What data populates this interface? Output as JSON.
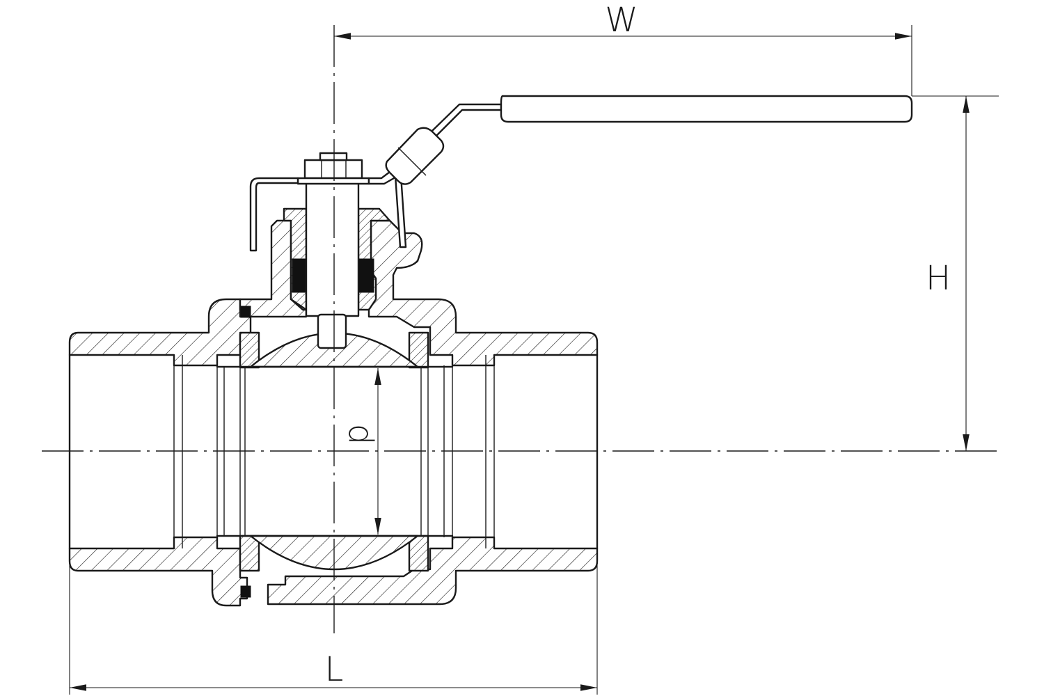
{
  "diagram": {
    "dimensions": {
      "width_label": "W",
      "height_label": "H",
      "length_label": "L",
      "bore_label": "d"
    },
    "colors": {
      "line": "#1a1a1a",
      "seal": "#111111",
      "background": "#ffffff"
    }
  }
}
